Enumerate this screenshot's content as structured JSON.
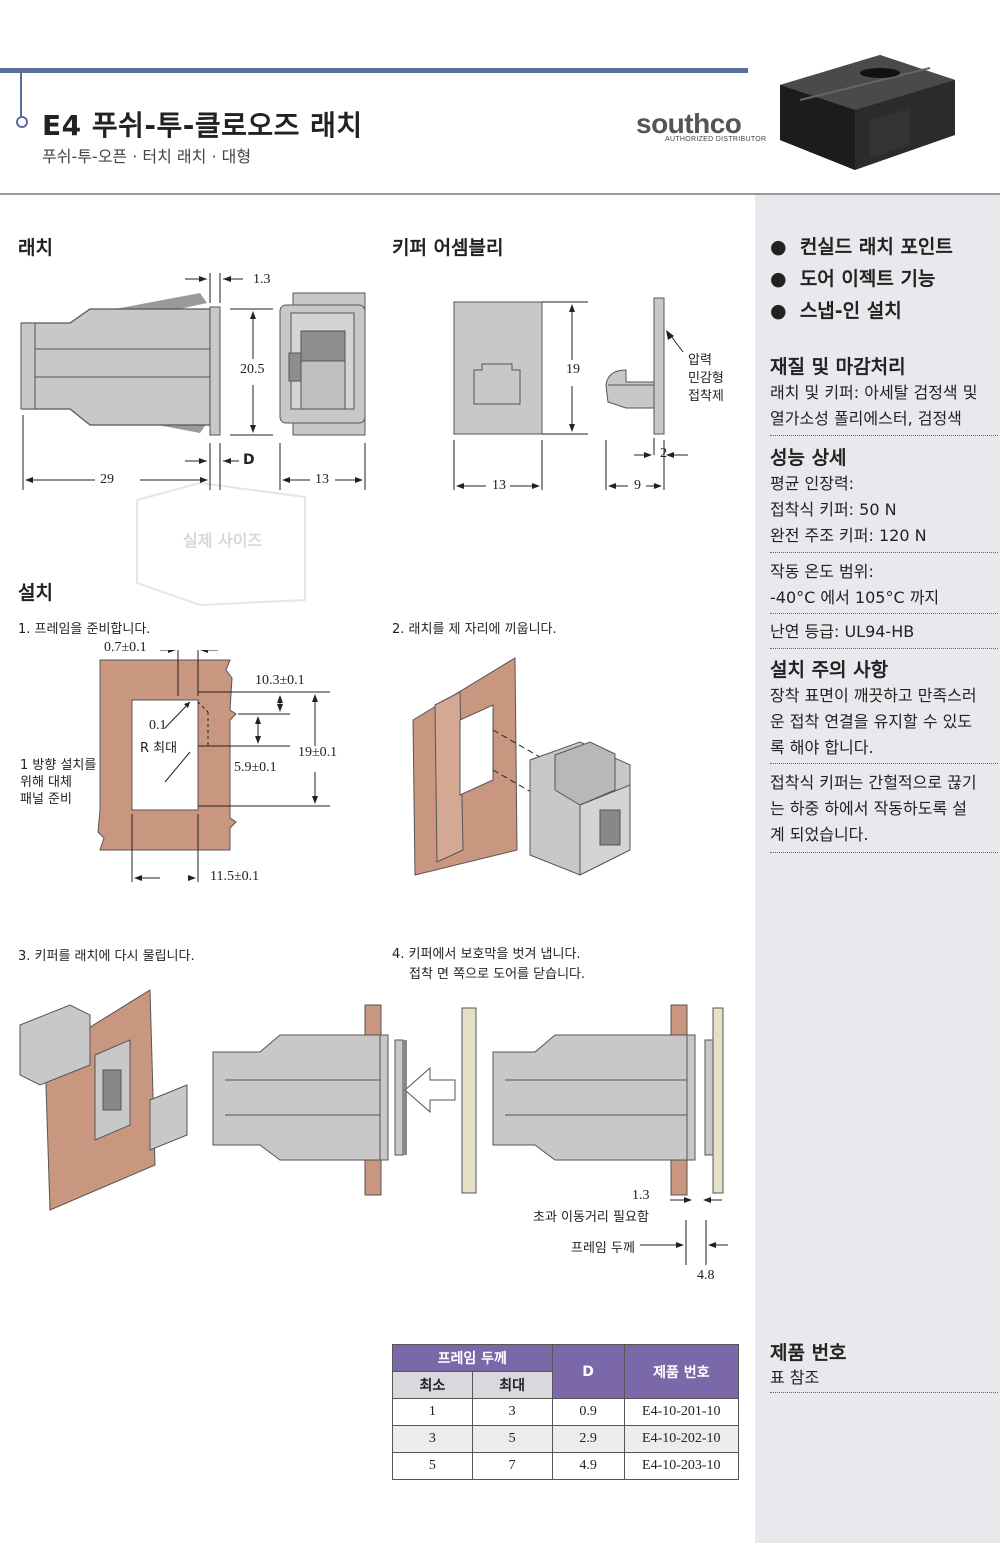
{
  "header": {
    "title": "E4 푸쉬-투-클로오즈 래치",
    "subtitle": "푸쉬-투-오픈 · 터치 래치 · 대형",
    "logo": "southco",
    "logo_sub": "AUTHORIZED DISTRIBUTOR"
  },
  "latch_section": {
    "title": "래치",
    "dims": {
      "d1": "1.3",
      "d2": "20.5",
      "d3": "D",
      "d4": "29",
      "d5": "13"
    },
    "watermark": "실제 사이즈"
  },
  "keeper_section": {
    "title": "키퍼 어셈블리",
    "dims": {
      "d1": "19",
      "d2": "2",
      "d3": "13",
      "d4": "9"
    },
    "adhesive_label_1": "압력",
    "adhesive_label_2": "민감형",
    "adhesive_label_3": "접착제"
  },
  "install_section": {
    "title": "설치",
    "step1": "1. 프레임을 준비합니다.",
    "step2": "2. 래치를 제 자리에 끼웁니다.",
    "step3": "3. 키퍼를 래치에 다시 물립니다.",
    "step4_line1": "4. 키퍼에서 보호막을 벗겨 냅니다.",
    "step4_line2": "접착 면 쪽으로 도어를 닫습니다.",
    "frame_dims": {
      "a": "0.7±0.1",
      "b": "10.3±0.1",
      "c": "0.1",
      "d": "R 최대",
      "e": "19±0.1",
      "f": "5.9±0.1",
      "g": "11.5±0.1"
    },
    "alt_panel_1": "1 방향 설치를",
    "alt_panel_2": "위해 대체",
    "alt_panel_3": "패널 준비",
    "over_travel_value": "1.3",
    "over_travel_label": "초과 이동거리 필요함",
    "frame_thickness_label": "프레임 두께",
    "gap_value": "4.8"
  },
  "table": {
    "header_frame": "프레임 두께",
    "header_min": "최소",
    "header_max": "최대",
    "header_d": "D",
    "header_part": "제품 번호",
    "rows": [
      {
        "min": "1",
        "max": "3",
        "d": "0.9",
        "part": "E4-10-201-10"
      },
      {
        "min": "3",
        "max": "5",
        "d": "2.9",
        "part": "E4-10-202-10"
      },
      {
        "min": "5",
        "max": "7",
        "d": "4.9",
        "part": "E4-10-203-10"
      }
    ]
  },
  "sidebar": {
    "features": [
      "컨실드 래치 포인트",
      "도어 이젝트 기능",
      "스냅-인 설치"
    ],
    "material_title": "재질 및 마감처리",
    "material_line1": "래치 및 키퍼: 아세탈 검정색 및",
    "material_line2": "열가소성 폴리에스터, 검정색",
    "performance_title": "성능 상세",
    "perf_1": "평균 인장력:",
    "perf_2": "접착식 키퍼: 50 N",
    "perf_3": "완전 주조 키퍼: 120 N",
    "perf_4": "작동 온도 범위:",
    "perf_5": "-40°C 에서 105°C 까지",
    "perf_6": "난연 등급: UL94-HB",
    "caution_title": "설치 주의 사항",
    "caution_1": "장착 표면이 깨끗하고 만족스러",
    "caution_2": "운 접착 연결을 유지할 수 있도",
    "caution_3": "록 해야 합니다.",
    "caution_4": "접착식 키퍼는 간헐적으로 끊기",
    "caution_5": "는 하중 하에서 작동하도록 설",
    "caution_6": "계 되었습니다.",
    "part_title": "제품 번호",
    "part_text": "표 참조"
  },
  "colors": {
    "accent": "#5a6f97",
    "frame": "#c9977f",
    "part_grey": "#c8c8c8",
    "table_header": "#7b68a8",
    "sidebar_bg": "#e8e9ec"
  }
}
